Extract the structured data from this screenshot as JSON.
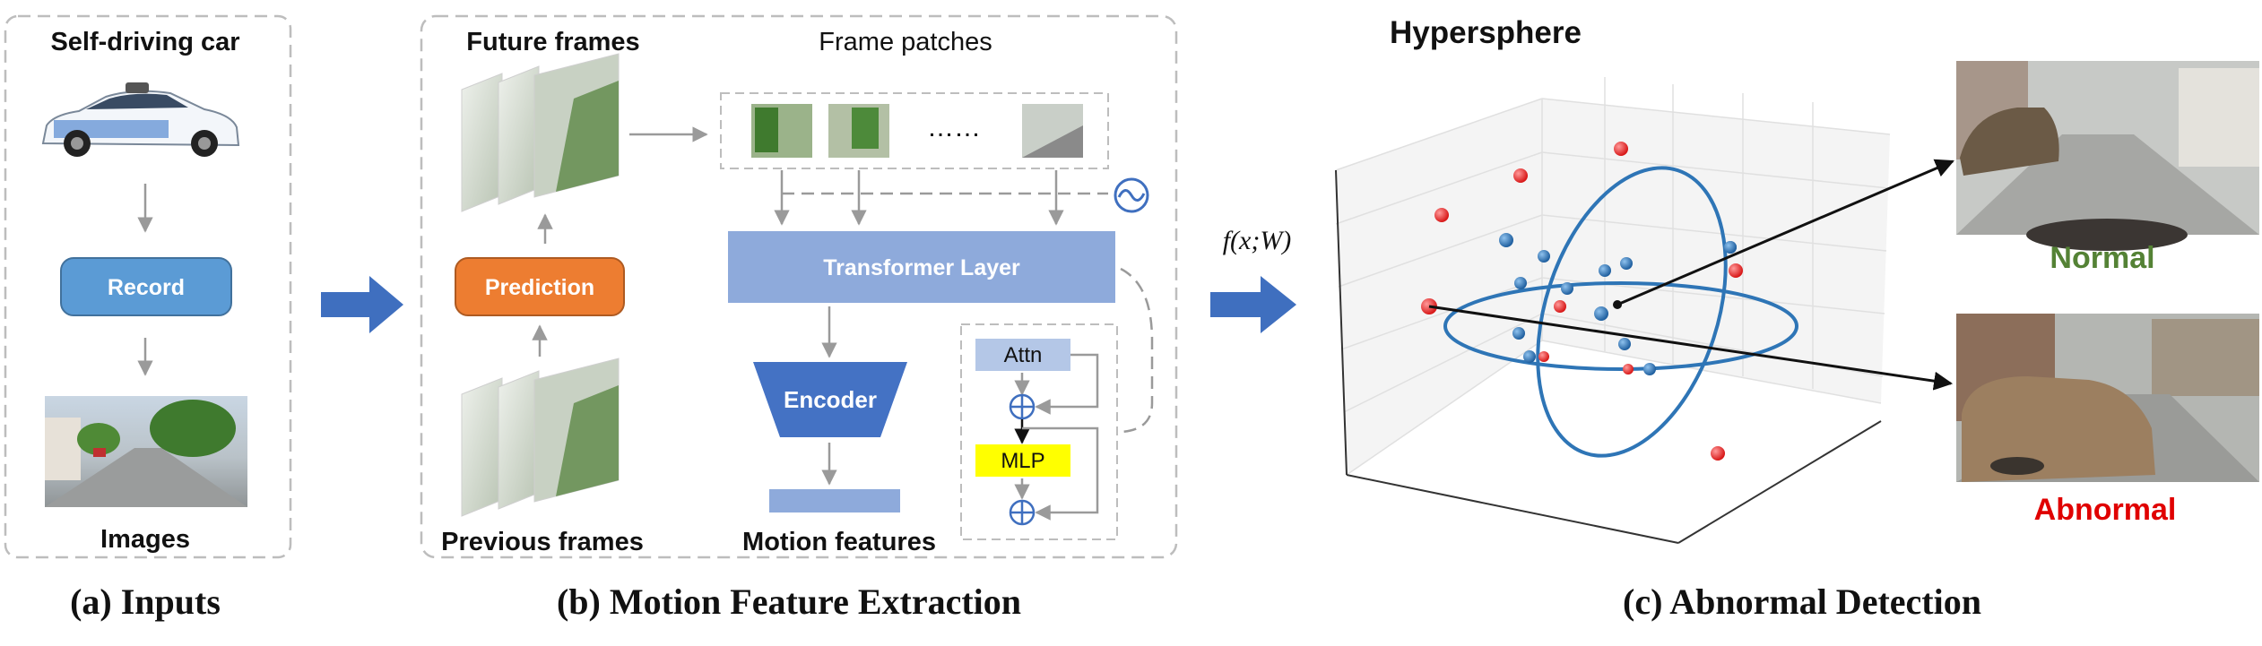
{
  "panel_a": {
    "title": "Self-driving car",
    "record_label": "Record",
    "images_label": "Images",
    "caption": "(a) Inputs"
  },
  "panel_b": {
    "future_frames_label": "Future frames",
    "frame_patches_label": "Frame patches",
    "dots": "……",
    "prediction_label": "Prediction",
    "previous_frames_label": "Previous frames",
    "transformer_label": "Transformer Layer",
    "encoder_label": "Encoder",
    "attn_label": "Attn",
    "mlp_label": "MLP",
    "motion_features_label": "Motion features",
    "caption": "(b) Motion Feature Extraction"
  },
  "func_label": "f(x;W)",
  "panel_c": {
    "hypersphere_label": "Hypersphere",
    "normal_label": "Normal",
    "abnormal_label": "Abnormal",
    "caption": "(c) Abnormal Detection"
  },
  "colors": {
    "record_box": "#5b9bd5",
    "prediction_box": "#ed7d31",
    "transformer_box": "#8eaadb",
    "encoder": "#4472c4",
    "attn_box": "#b4c7e7",
    "mlp_box": "#ffff00",
    "arrow_blue": "#3f6fbf",
    "normal_green": "#548235",
    "abnormal_red": "#e00000",
    "point_red": "#e02020",
    "point_blue": "#2e75b6"
  }
}
